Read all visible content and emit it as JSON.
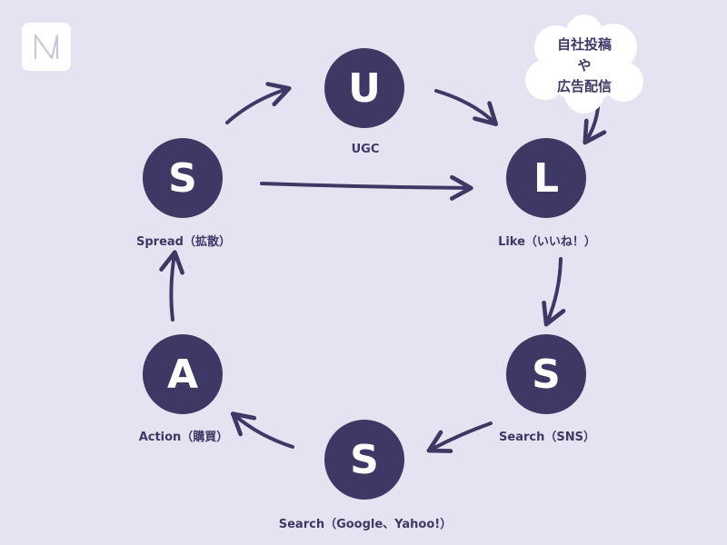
{
  "brand": {
    "logo_icon": "nm-monogram-logo"
  },
  "nodes": {
    "u": {
      "letter": "U",
      "caption": "UGC"
    },
    "l": {
      "letter": "L",
      "caption": "Like（いいね！）"
    },
    "s_sns": {
      "letter": "S",
      "caption": "Search（SNS）"
    },
    "s_google": {
      "letter": "S",
      "caption": "Search（Google、Yahoo!）"
    },
    "a": {
      "letter": "A",
      "caption": "Action（購買）"
    },
    "s_spread": {
      "letter": "S",
      "caption": "Spread（拡散）"
    }
  },
  "bubble": {
    "line1": "自社投稿",
    "line2": "や",
    "line3": "広告配信"
  },
  "colors": {
    "background": "#e5e3f1",
    "node": "#3e3865",
    "arrow": "#3e3865",
    "bubble": "#ffffff"
  }
}
